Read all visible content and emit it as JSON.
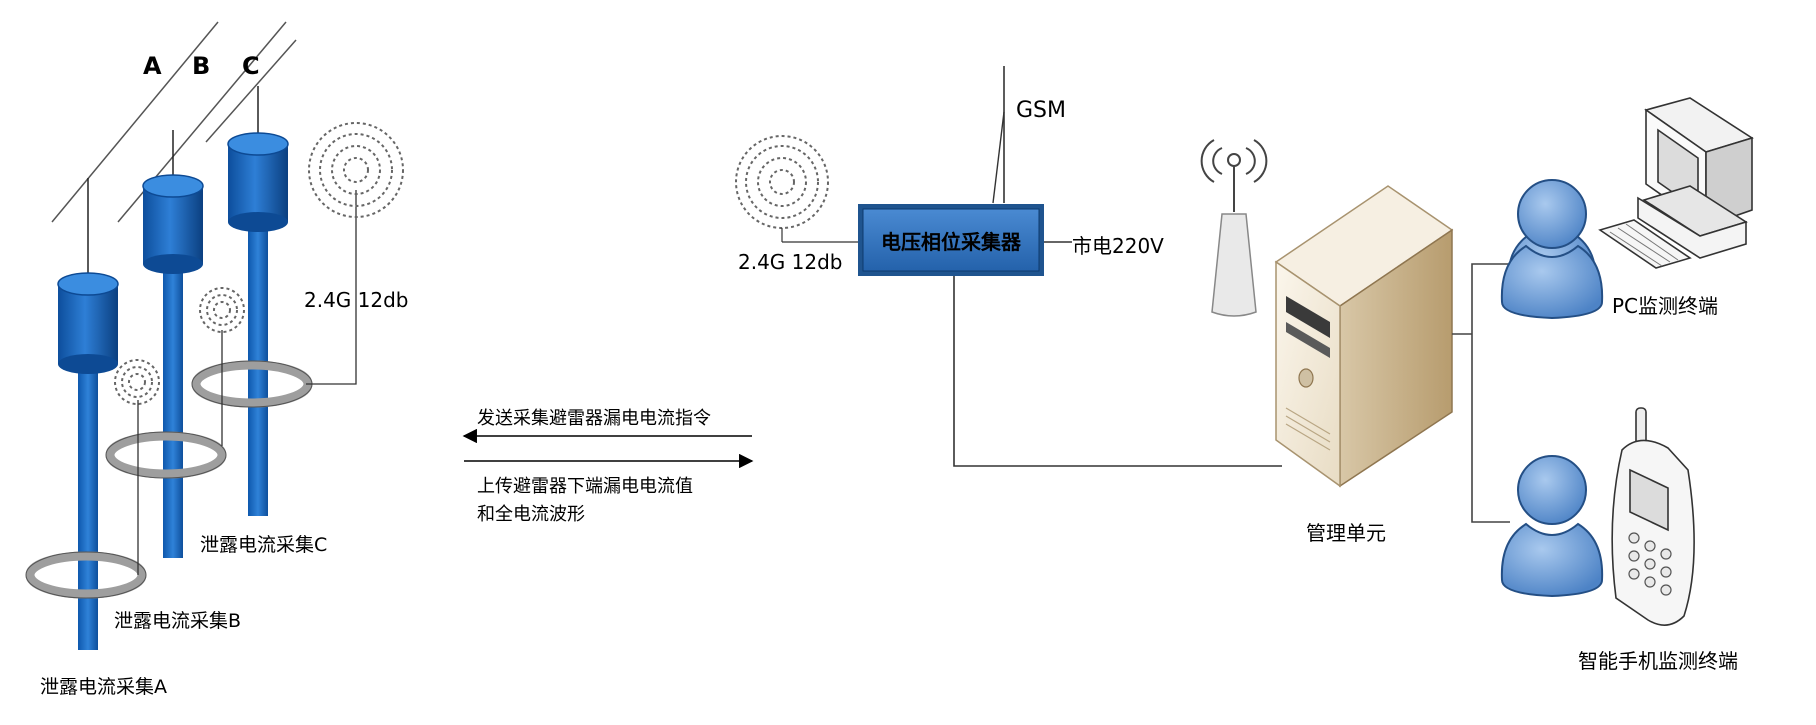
{
  "phases": {
    "a": "A",
    "b": "B",
    "c": "C"
  },
  "left": {
    "signal_label": "2.4G 12db",
    "collectors": {
      "a": "泄露电流采集A",
      "b": "泄露电流采集B",
      "c": "泄露电流采集C"
    }
  },
  "arrows": {
    "send_label": "发送采集避雷器漏电电流指令",
    "upload_line1": "上传避雷器下端漏电电流值",
    "upload_line2": "和全电流波形"
  },
  "collector": {
    "label": "电压相位采集器",
    "gsm_label": "GSM",
    "signal_label": "2.4G 12db",
    "mains_label": "市电220V"
  },
  "server": {
    "label": "管理单元"
  },
  "terminals": {
    "pc_label": "PC监测终端",
    "phone_label": "智能手机监测终端"
  },
  "colors": {
    "pole_blue": "#1565c0",
    "box_blue": "#2d6db5",
    "ring_gray": "#9e9e9e",
    "person_blue": "#6f9ed6"
  }
}
